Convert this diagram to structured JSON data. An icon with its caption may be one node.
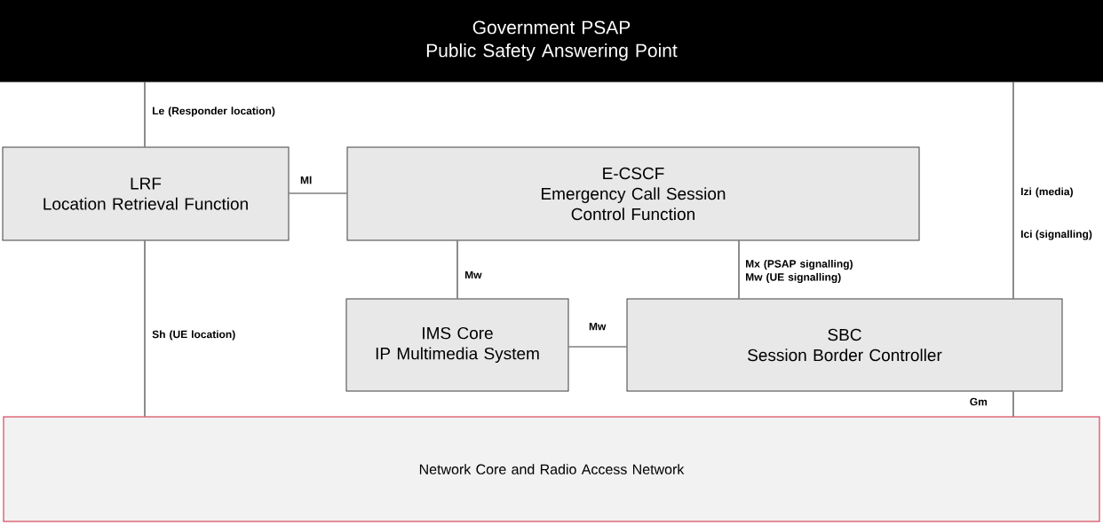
{
  "diagram": {
    "nodes": [
      {
        "text": [
          "Government PSAP",
          "Public Safety Answering Point"
        ]
      },
      {
        "text": [
          "LRF",
          "Location Retrieval Function"
        ]
      },
      {
        "text": [
          "E-CSCF",
          "Emergency Call Session Control Function"
        ]
      },
      {
        "text": [
          "IMS Core",
          "IP Multimedia System"
        ]
      },
      {
        "text": [
          "SBC",
          "Session Border Controller"
        ]
      },
      {
        "text": [
          "Network Core and Radio Access Network"
        ]
      }
    ],
    "edges": [
      {
        "from": 0,
        "to": 1,
        "arrow": "none",
        "label": "Le (Responder location)"
      },
      {
        "from": 1,
        "to": 2,
        "arrow": "none",
        "label": "Ml"
      },
      {
        "from": 2,
        "to": 3,
        "arrow": "none",
        "label": "Mw"
      },
      {
        "from": 2,
        "to": 4,
        "arrow": "none",
        "label": "Mx (PSAP signalling) Mw (UE signalling)"
      },
      {
        "from": 3,
        "to": 4,
        "arrow": "none",
        "label": "Mw"
      },
      {
        "from": 0,
        "to": 4,
        "arrow": "none",
        "label": "Izi (media)"
      },
      {
        "from": 1,
        "to": 5,
        "arrow": "none",
        "label": "Sh (UE location)"
      },
      {
        "from": 4,
        "to": 5,
        "arrow": "none",
        "label": "Gm"
      }
    ],
    "labels": [
      "Ici (signalling)"
    ]
  }
}
